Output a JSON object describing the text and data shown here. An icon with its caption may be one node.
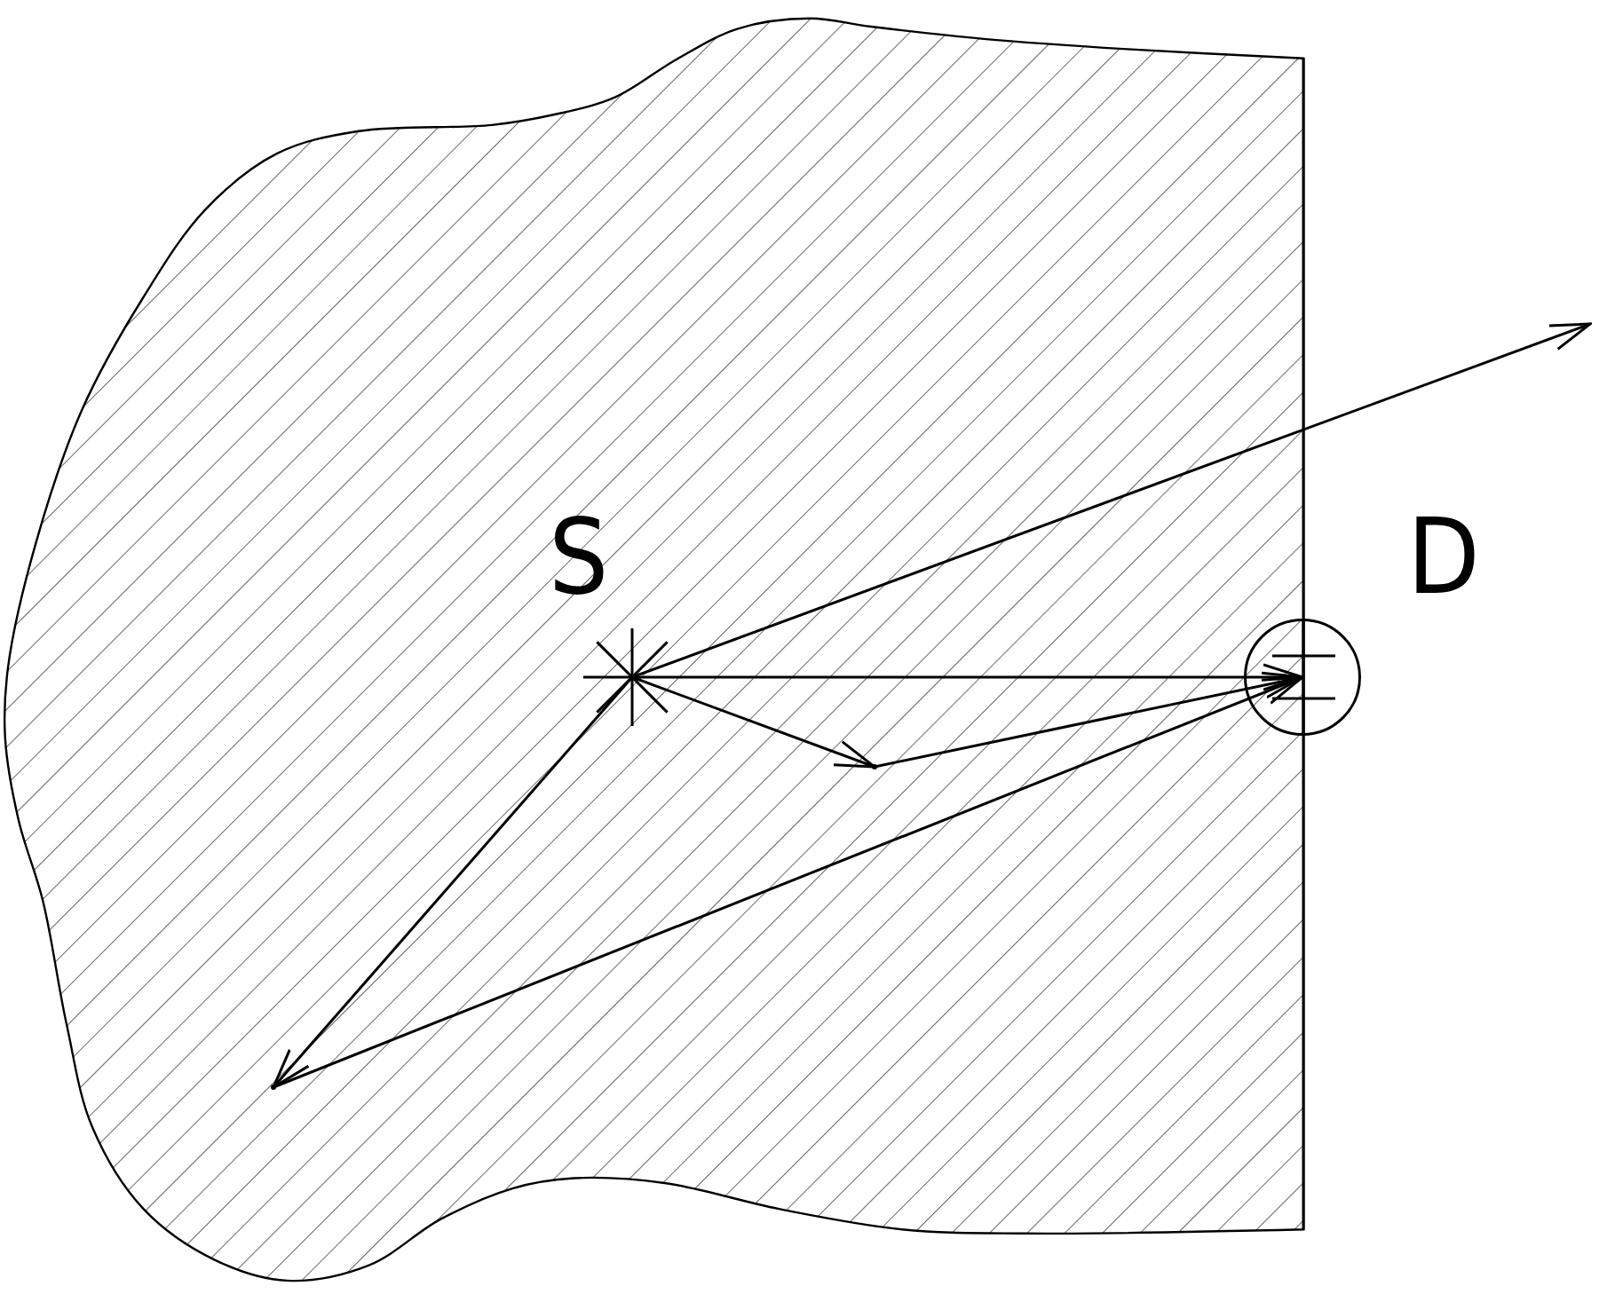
{
  "diagram": {
    "nodes": [
      {
        "text": [],
        "shape": "star"
      },
      {
        "text": [],
        "shape": "circle"
      },
      {
        "text": [],
        "shape": "point"
      },
      {
        "text": [],
        "shape": "point"
      }
    ],
    "edges": [
      {
        "from": 0,
        "to": null,
        "arrow": "to"
      },
      {
        "from": 0,
        "to": 1,
        "arrow": "to"
      },
      {
        "from": 0,
        "to": 2,
        "arrow": "to"
      },
      {
        "from": 2,
        "to": 1,
        "arrow": "to"
      },
      {
        "from": 0,
        "to": 3,
        "arrow": "to"
      },
      {
        "from": 3,
        "to": 1,
        "arrow": "to"
      }
    ],
    "labels": [
      "S",
      "D"
    ]
  }
}
